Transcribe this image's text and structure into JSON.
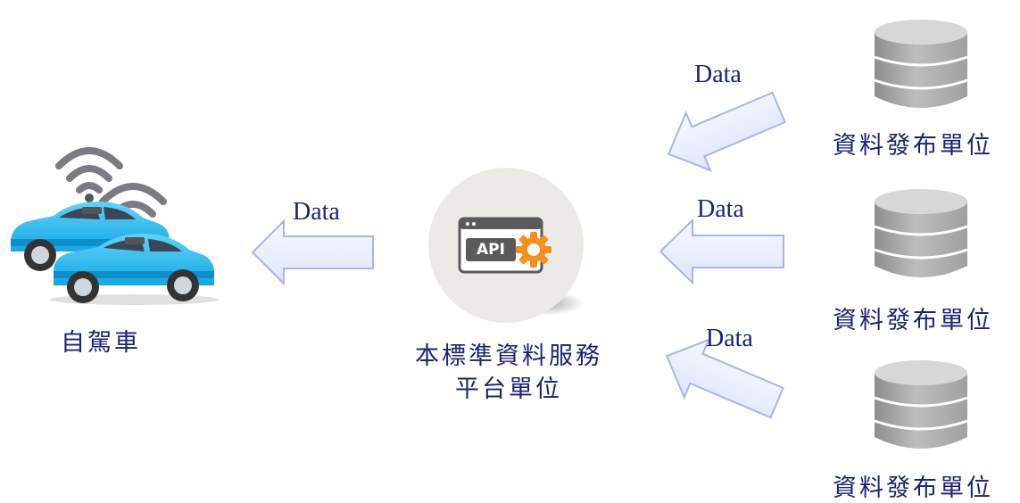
{
  "vehicle": {
    "label": "自駕車"
  },
  "platform": {
    "line1": "本標準資料服務",
    "line2": "平台單位",
    "icon_text": "API"
  },
  "arrows": {
    "platform_to_vehicle": "Data",
    "source1_to_platform": "Data",
    "source2_to_platform": "Data",
    "source3_to_platform": "Data"
  },
  "sources": [
    {
      "label": "資料發布單位"
    },
    {
      "label": "資料發布單位"
    },
    {
      "label": "資料發布單位"
    }
  ],
  "colors": {
    "arrow_fill": "#eef1ff",
    "arrow_stroke": "#aab4e8",
    "car_body": "#1eb6f0",
    "database": "#b9b9b9",
    "api_orange": "#f5901e",
    "text": "#1c2370"
  }
}
